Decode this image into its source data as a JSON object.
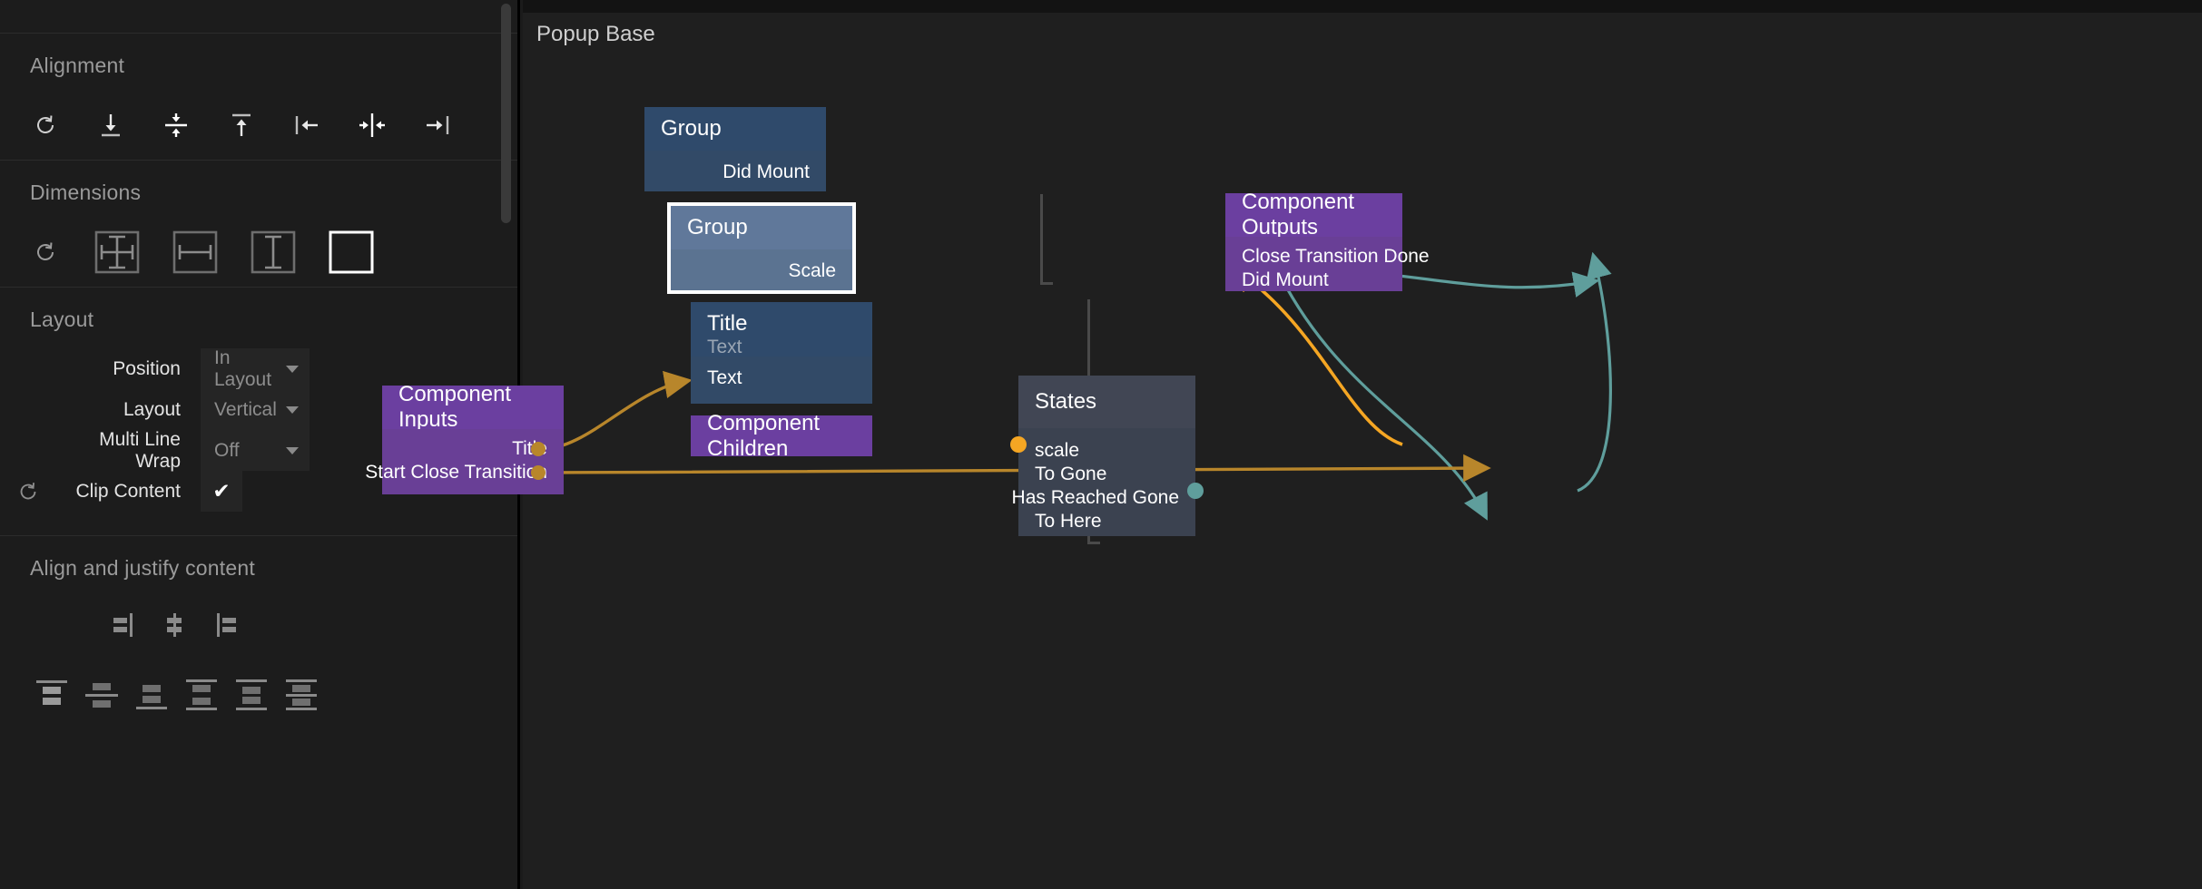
{
  "inspector": {
    "sections": [
      {
        "id": "alignment",
        "title": "Alignment",
        "icons": [
          {
            "name": "reset-alignment-icon",
            "label": "Reset"
          },
          {
            "name": "align-bottom-icon",
            "label": "Align Bottom"
          },
          {
            "name": "align-vertical-center-icon",
            "label": "Align Vertical Center"
          },
          {
            "name": "align-top-icon",
            "label": "Align Top"
          },
          {
            "name": "align-left-icon",
            "label": "Align Left"
          },
          {
            "name": "align-horizontal-center-icon",
            "label": "Align Horizontal Center"
          },
          {
            "name": "align-right-icon",
            "label": "Align Right"
          }
        ]
      },
      {
        "id": "dimensions",
        "title": "Dimensions",
        "icons": [
          {
            "name": "reset-dimensions-icon",
            "label": "Reset"
          },
          {
            "name": "size-both-icon",
            "label": "Fit Both"
          },
          {
            "name": "size-width-icon",
            "label": "Fit Width"
          },
          {
            "name": "size-height-icon",
            "label": "Fit Height"
          },
          {
            "name": "size-fixed-icon",
            "label": "Fixed",
            "selected": true
          }
        ]
      }
    ],
    "layout": {
      "title": "Layout",
      "rows": [
        {
          "label": "Position",
          "value": "In Layout",
          "control": "dropdown",
          "reset": false
        },
        {
          "label": "Layout",
          "value": "Vertical",
          "control": "dropdown",
          "reset": false
        },
        {
          "label": "Multi Line Wrap",
          "value": "Off",
          "control": "dropdown",
          "reset": false
        },
        {
          "label": "Clip Content",
          "value": "✔",
          "control": "checkbox",
          "reset": true,
          "checked": true
        }
      ]
    },
    "align_justify": {
      "title": "Align and justify content",
      "row1": [
        {
          "name": "justify-start-icon",
          "label": "Justify Start"
        },
        {
          "name": "justify-center-icon",
          "label": "Justify Center"
        },
        {
          "name": "justify-end-icon",
          "label": "Justify End"
        }
      ],
      "row2": [
        {
          "name": "align-content-start-icon",
          "label": "Align Content Start"
        },
        {
          "name": "align-content-center-icon",
          "label": "Align Content Center"
        },
        {
          "name": "align-content-end-icon",
          "label": "Align Content End"
        },
        {
          "name": "align-content-space-between-icon",
          "label": "Space Between"
        },
        {
          "name": "align-content-space-around-icon",
          "label": "Space Around"
        },
        {
          "name": "align-content-space-evenly-icon",
          "label": "Space Evenly"
        }
      ]
    }
  },
  "canvas": {
    "title": "Popup Base",
    "nodes": {
      "group_parent": {
        "title": "Group",
        "ports_out": [
          "Did Mount"
        ]
      },
      "group_selected": {
        "title": "Group",
        "ports_in": [
          "Scale"
        ],
        "selected": true
      },
      "title_text": {
        "title": "Title",
        "subtitle": "Text",
        "ports_in": [
          "Text"
        ]
      },
      "component_children": {
        "title": "Component Children"
      },
      "component_inputs": {
        "title": "Component Inputs",
        "ports_out": [
          "Title",
          "Start Close Transition"
        ]
      },
      "states": {
        "title": "States",
        "ports_in": [
          "scale",
          "To Gone",
          "To Here"
        ],
        "ports_out": [
          "Has Reached Gone"
        ]
      },
      "component_outputs": {
        "title": "Component Outputs",
        "ports_in": [
          "Close Transition Done",
          "Did Mount"
        ]
      }
    },
    "colors": {
      "wire_teal": "#5f9e9c",
      "wire_orange": "#f5a623",
      "wire_gold": "#b8862b",
      "node_blue_header": "#2f4a6b",
      "node_blue_body": "#324a67",
      "node_blue_selected": "#5b7391",
      "node_purple_header": "#6b3fa0",
      "node_purple_body": "#693f96",
      "node_grey_header": "#414654",
      "node_grey_body": "#3b4250",
      "canvas_bg": "#1f1f1f",
      "selection_outline": "#ffffff"
    },
    "connections": [
      {
        "from": "group_parent.Did Mount",
        "to": "component_outputs.Did Mount",
        "color": "teal"
      },
      {
        "from": "group_parent.Did Mount",
        "to": "states.To Here",
        "color": "teal"
      },
      {
        "from": "states.Has Reached Gone",
        "to": "component_outputs.Close Transition Done",
        "color": "teal"
      },
      {
        "from": "states.scale",
        "to": "group_selected.Scale",
        "color": "orange"
      },
      {
        "from": "component_inputs.Title",
        "to": "title_text.Text",
        "color": "gold"
      },
      {
        "from": "component_inputs.Start Close Transition",
        "to": "states.To Gone",
        "color": "gold"
      }
    ]
  }
}
